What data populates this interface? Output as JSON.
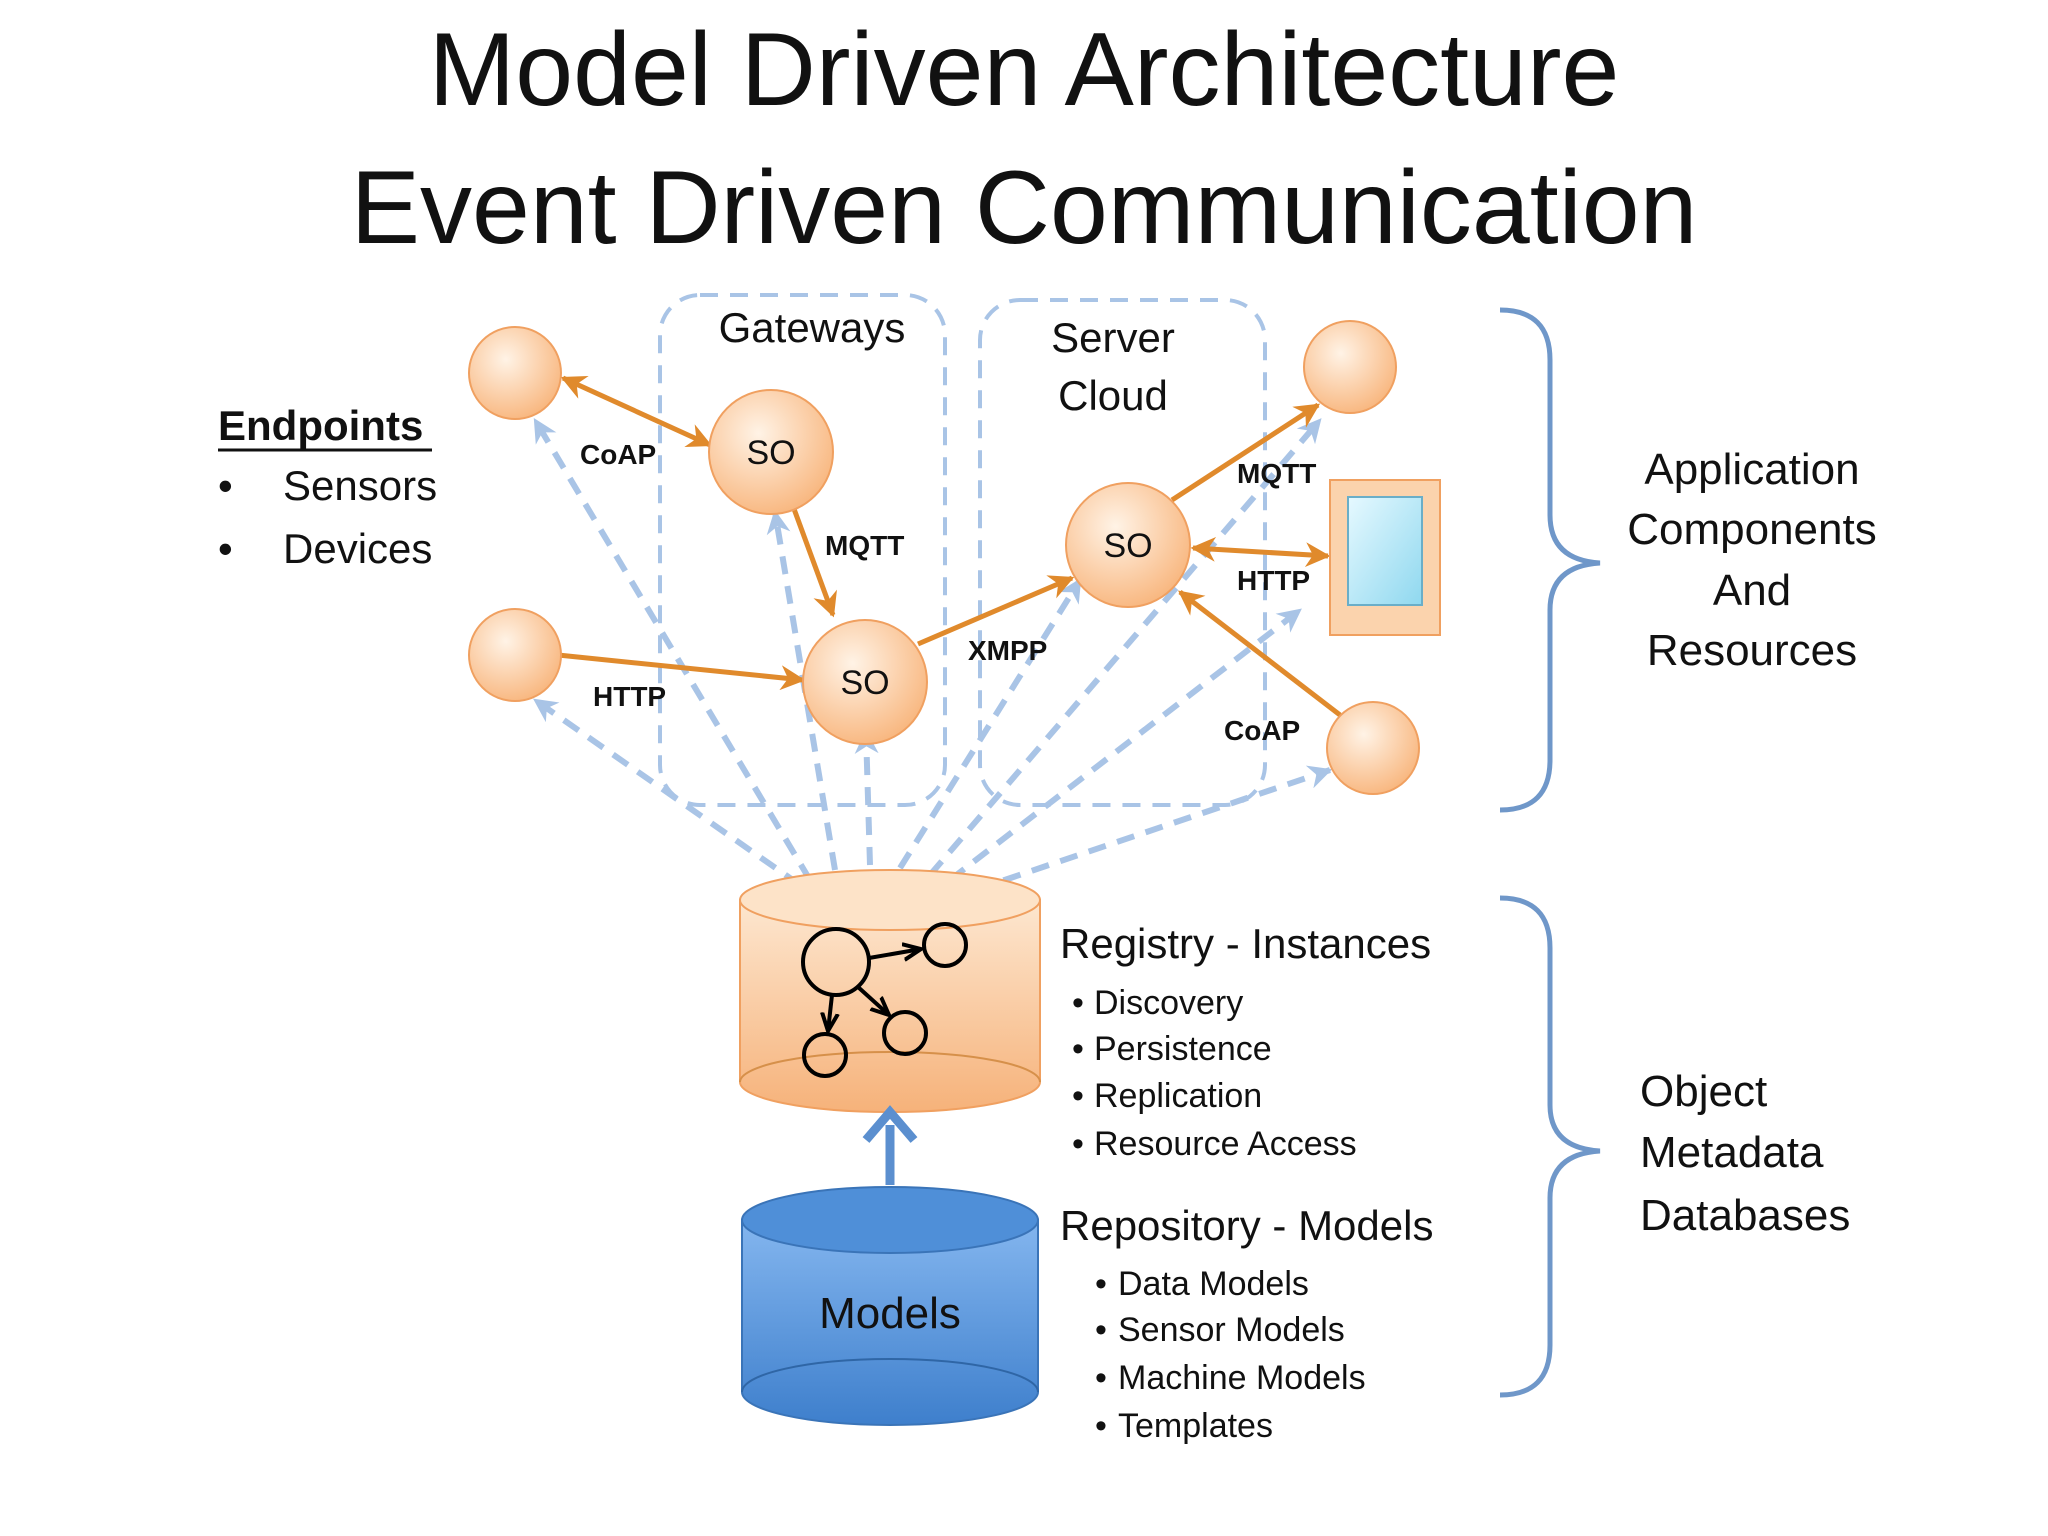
{
  "title": {
    "line1": "Model Driven Architecture",
    "line2": "Event Driven Communication"
  },
  "endpoints": {
    "heading": "Endpoints",
    "items": [
      "Sensors",
      "Devices"
    ]
  },
  "groups": {
    "gateways": "Gateways",
    "server_cloud_line1": "Server",
    "server_cloud_line2": "Cloud"
  },
  "nodes": {
    "so_label": "SO"
  },
  "protocols": {
    "coap_left": "CoAP",
    "mqtt_gateway": "MQTT",
    "http_left": "HTTP",
    "xmpp": "XMPP",
    "mqtt_right": "MQTT",
    "http_right": "HTTP",
    "coap_right": "CoAP"
  },
  "application": {
    "lines": [
      "Application",
      "Components",
      "And",
      "Resources"
    ]
  },
  "registry": {
    "heading": "Registry - Instances",
    "items": [
      "Discovery",
      "Persistence",
      "Replication",
      "Resource Access"
    ]
  },
  "repository": {
    "heading": "Repository - Models",
    "items": [
      "Data Models",
      "Sensor Models",
      "Machine Models",
      "Templates"
    ],
    "cylinder_label": "Models"
  },
  "object_db": {
    "lines": [
      "Object",
      "Metadata",
      "Databases"
    ]
  },
  "colors": {
    "orange_stroke": "#e08a2c",
    "orange_fill_light": "#fde3c8",
    "orange_fill_dark": "#f7b57a",
    "dashed_blue": "#a9c4e6",
    "brace_blue": "#6f97c9",
    "models_blue": "#4f8fd8",
    "up_arrow_blue": "#5b8fcf"
  }
}
